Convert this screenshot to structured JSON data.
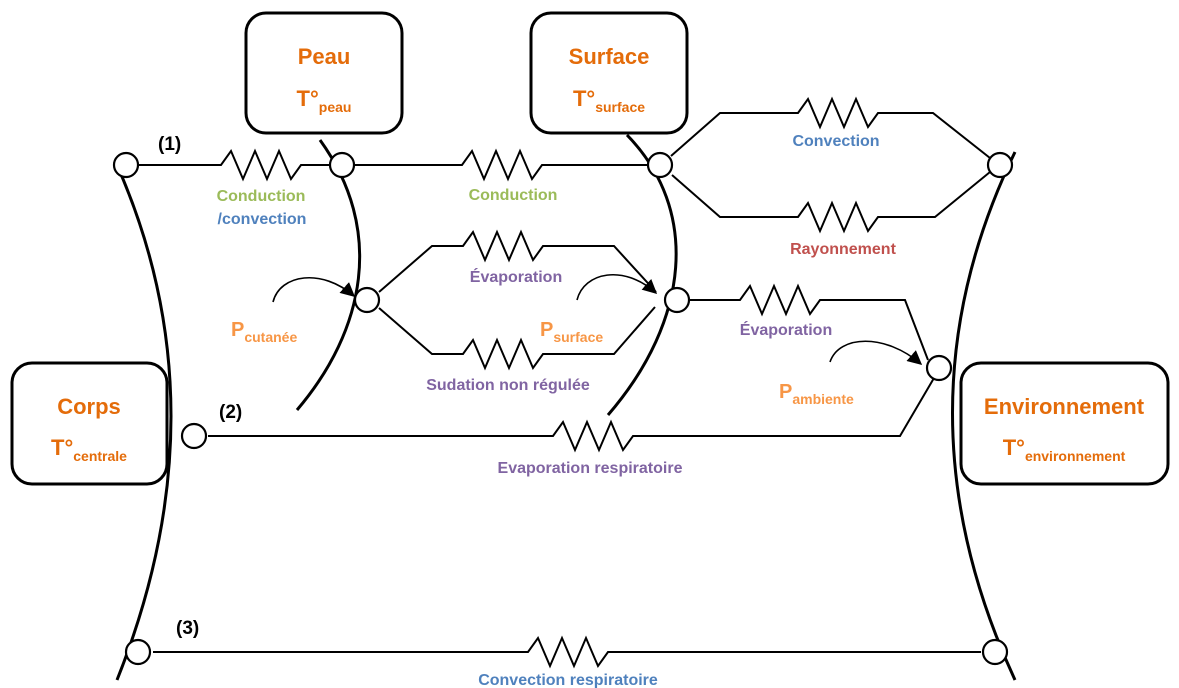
{
  "boxes": {
    "peau": {
      "title": "Peau",
      "temp_main": "T°",
      "temp_sub": "peau"
    },
    "surface": {
      "title": "Surface",
      "temp_main": "T°",
      "temp_sub": "surface"
    },
    "corps": {
      "title": "Corps",
      "temp_main": "T°",
      "temp_sub": "centrale"
    },
    "environnement": {
      "title": "Environnement",
      "temp_main": "T°",
      "temp_sub": "environnement"
    }
  },
  "paths": {
    "p1": "(1)",
    "p2": "(2)",
    "p3": "(3)"
  },
  "resistors": {
    "conduction_convection_1": "Conduction",
    "conduction_convection_2": "/convection",
    "conduction": "Conduction",
    "convection": "Convection",
    "rayonnement": "Rayonnement",
    "evaporation_skin": "Évaporation",
    "sudation": "Sudation non régulée",
    "evaporation_env": "Évaporation",
    "evaporation_respiratoire": "Evaporation respiratoire",
    "convection_respiratoire": "Convection respiratoire"
  },
  "pressures": {
    "cutanee": {
      "main": "P",
      "sub": "cutanée"
    },
    "surface": {
      "main": "P",
      "sub": "surface"
    },
    "ambiente": {
      "main": "P",
      "sub": "ambiente"
    }
  },
  "colors": {
    "title": "#e46c0a",
    "convection": "#4f81bd",
    "conduction": "#9bbb59",
    "rayonnement": "#c0504d",
    "evaporation": "#8064a2",
    "pressure": "#f79646"
  }
}
